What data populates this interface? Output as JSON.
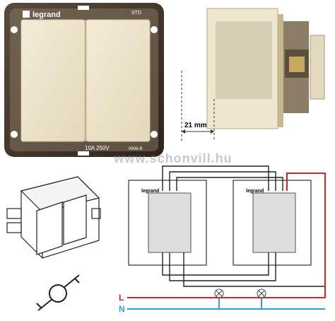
{
  "photo": {
    "brand": "legrand",
    "std_text": "STD",
    "rating": "10A 250V",
    "code": "0606-B"
  },
  "side_view": {
    "dimension": "21 mm"
  },
  "watermark": "www.schonvill.hu",
  "wiring": {
    "brand_left": "legrand",
    "brand_right": "legrand",
    "line_label": "L",
    "neutral_label": "N",
    "line_color": "#e02020",
    "neutral_color": "#2aa0e0",
    "wire_color": "#222222"
  }
}
